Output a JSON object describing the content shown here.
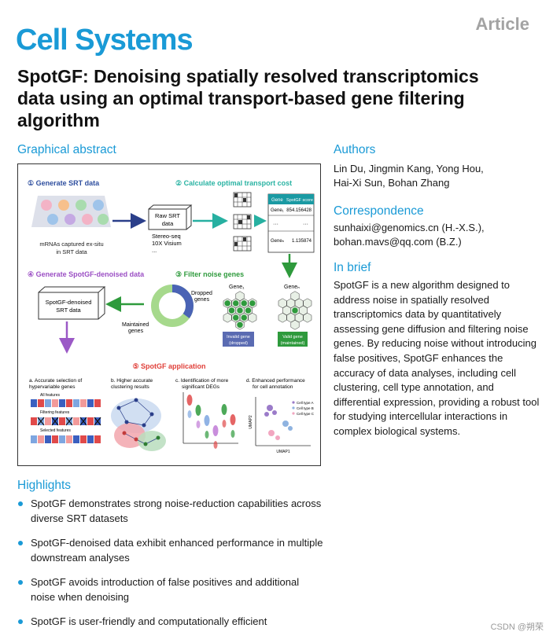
{
  "header": {
    "article_label": "Article",
    "journal": "Cell Systems",
    "title": "SpotGF: Denoising spatially resolved transcriptomics data using an optimal transport-based gene filtering algorithm"
  },
  "graphical_abstract": {
    "heading": "Graphical abstract",
    "step1": "① Generate SRT data",
    "step1_caption_a": "mRNAs captured ex-situ",
    "step1_caption_b": "in SRT data",
    "raw_box_a": "Raw SRT",
    "raw_box_b": "data",
    "platforms": [
      "Stereo-seq",
      "10X Visium",
      "..."
    ],
    "step2": "② Calculate optimal transport cost",
    "score_header_gene": "Gene",
    "score_header_score": "SpotGF score",
    "score_rows": [
      {
        "gene": "Gene₁",
        "score": "854.156428"
      },
      {
        "gene": "···",
        "score": "···"
      },
      {
        "gene": "Geneₙ",
        "score": "1.135874"
      }
    ],
    "step3": "③ Filter noise genes",
    "gene_label_1": "Gene₁",
    "gene_label_n": "Geneₙ",
    "invalid_gene_a": "Invalid gene",
    "invalid_gene_b": "(dropped)",
    "valid_gene_a": "Valid gene",
    "valid_gene_b": "(maintained)",
    "dropped_genes_a": "Dropped",
    "dropped_genes_b": "genes",
    "maintained_genes_a": "Maintained",
    "maintained_genes_b": "genes",
    "donut_fraction_dropped": 0.35,
    "step4": "④ Generate SpotGF-denoised data",
    "denoised_box_a": "SpotGF-denoised",
    "denoised_box_b": "SRT data",
    "step5": "⑤ SpotGF application",
    "app_a_1": "a. Accurate selection of",
    "app_a_2": "hypervariable genes",
    "app_a_all": "All features",
    "app_a_filtering": "Filtering features",
    "app_a_selected": "Selected features",
    "app_b_1": "b. Higher accurate",
    "app_b_2": "clustering results",
    "app_c_1": "c. Identification of more",
    "app_c_2": "significant DEGs",
    "app_d_1": "d. Enhanced performance",
    "app_d_2": "for cell annotation",
    "umap_x": "UMAP1",
    "umap_y": "UMAP2",
    "legend": [
      "Cell type A",
      "Cell type B",
      "Cell type C"
    ],
    "colors": {
      "blue_text": "#2f4f9f",
      "teal_text": "#2ab3a3",
      "purple_text": "#9b4fc4",
      "green_text": "#2e9a3c",
      "red_text": "#e0403a",
      "arrow_navy": "#2b3f8a",
      "arrow_teal": "#27b0a1",
      "arrow_green": "#2e9a3c",
      "arrow_purple": "#9b59c6"
    }
  },
  "authors": {
    "heading": "Authors",
    "line1": "Lin Du, Jingmin Kang, Yong Hou,",
    "line2": "Hai-Xi Sun, Bohan Zhang"
  },
  "correspondence": {
    "heading": "Correspondence",
    "line1": "sunhaixi@genomics.cn (H.-X.S.),",
    "line2": "bohan.mavs@qq.com (B.Z.)"
  },
  "in_brief": {
    "heading": "In brief",
    "text": "SpotGF is a new algorithm designed to address noise in spatially resolved transcriptomics data by quantitatively assessing gene diffusion and filtering noise genes. By reducing noise without introducing false positives, SpotGF enhances the accuracy of data analyses, including cell clustering, cell type annotation, and differential expression, providing a robust tool for studying intercellular interactions in complex biological systems."
  },
  "highlights": {
    "heading": "Highlights",
    "items": [
      "SpotGF demonstrates strong noise-reduction capabilities across diverse SRT datasets",
      "SpotGF-denoised data exhibit enhanced performance in multiple downstream analyses",
      "SpotGF avoids introduction of false positives and additional noise when denoising",
      "SpotGF is user-friendly and computationally efficient"
    ]
  },
  "watermark": "CSDN @朔荣"
}
